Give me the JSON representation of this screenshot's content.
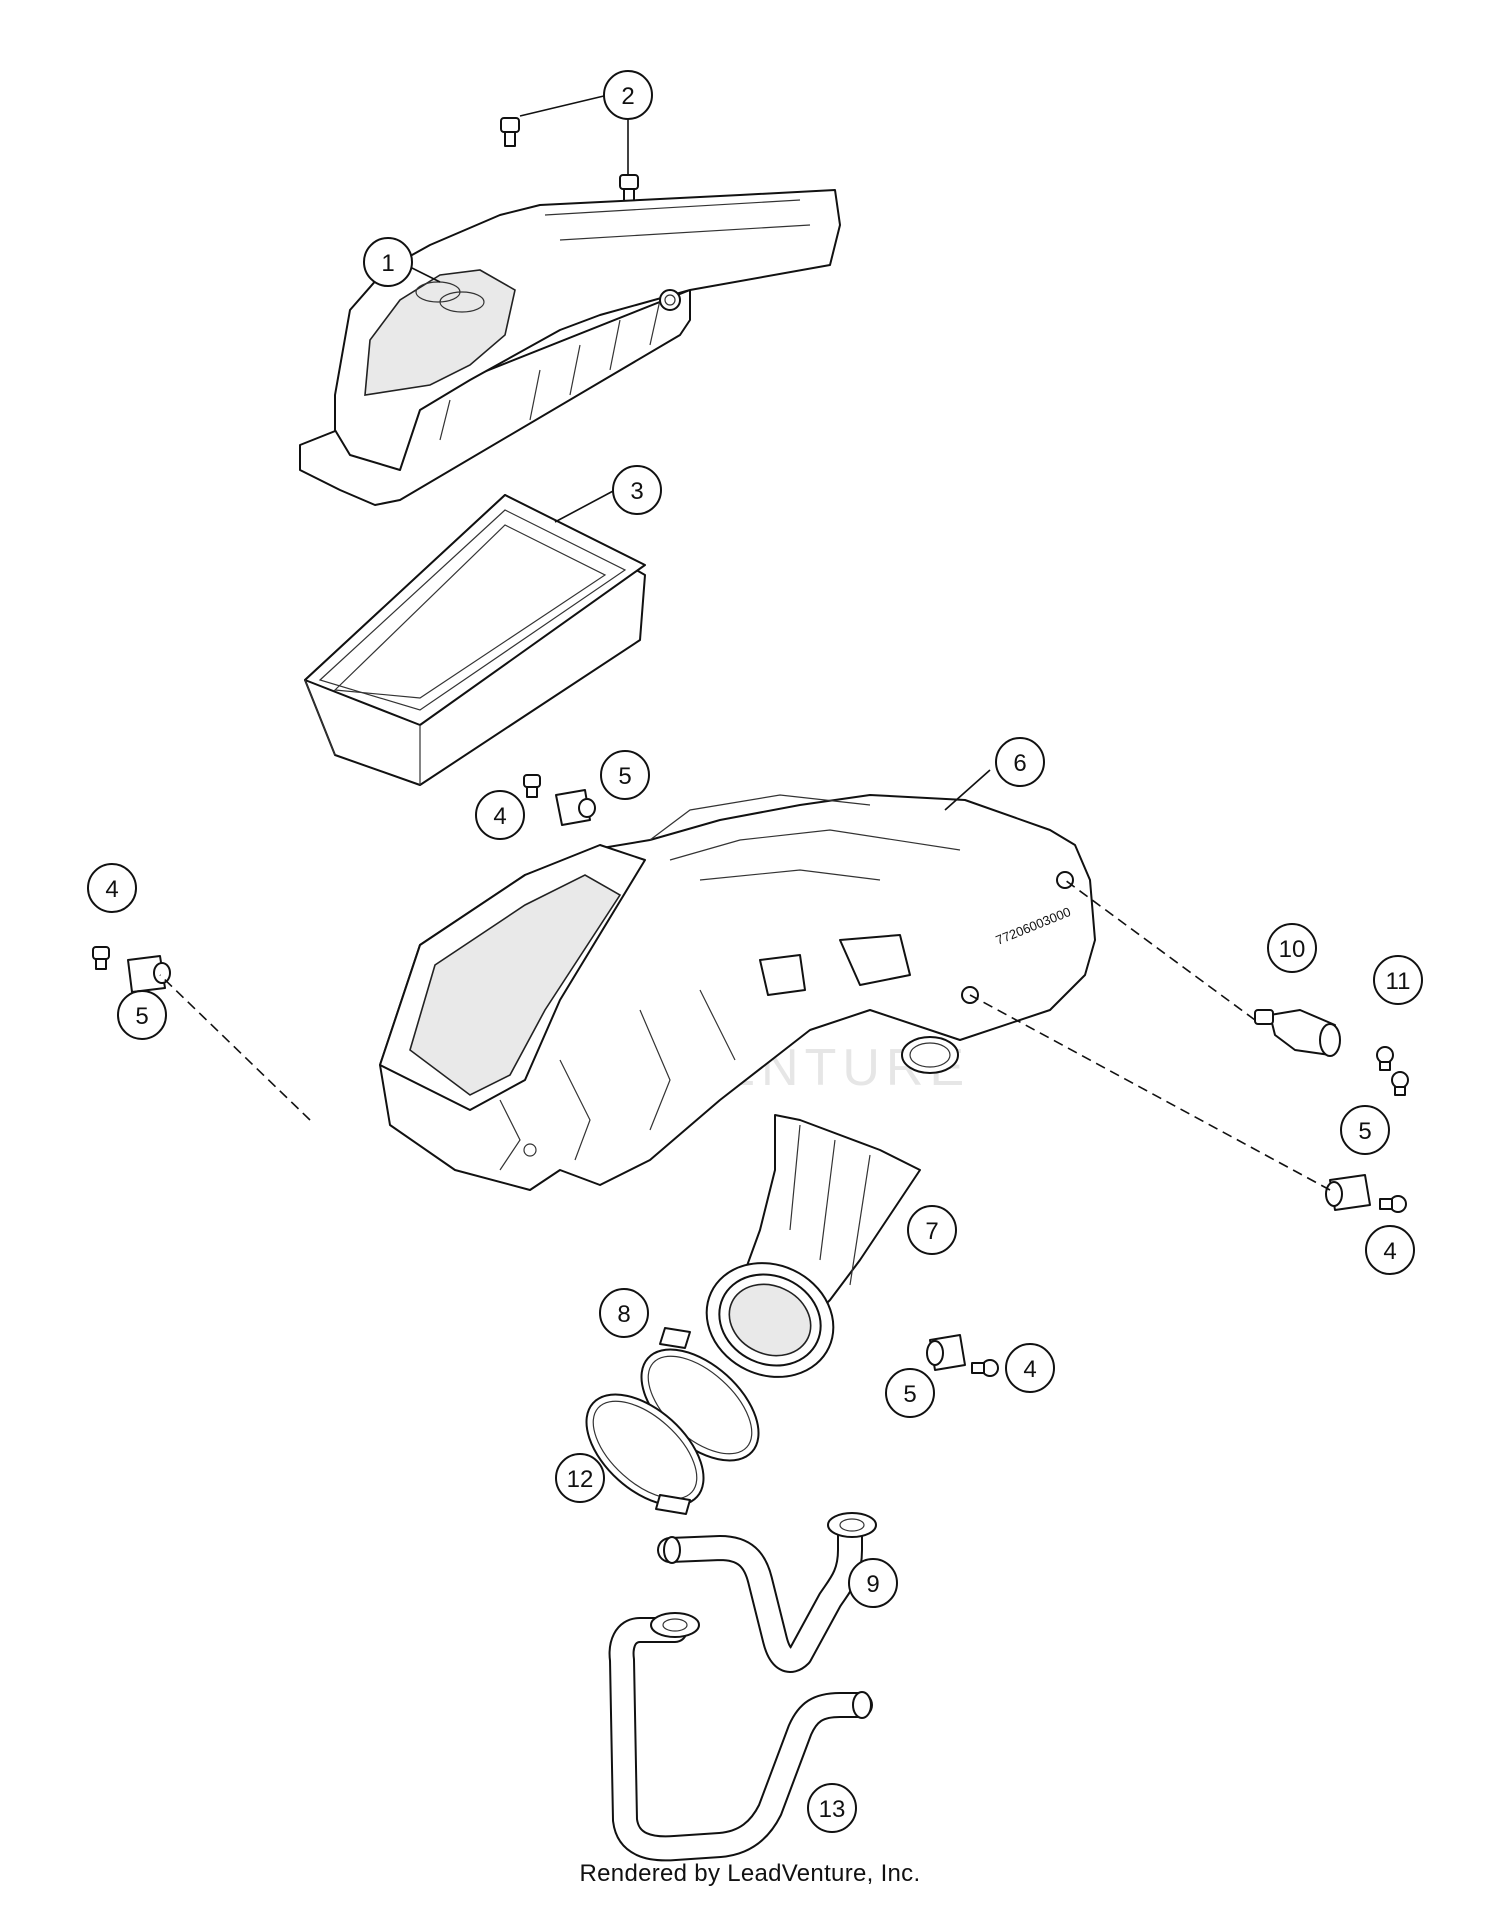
{
  "footer": {
    "text": "Rendered by LeadVenture, Inc."
  },
  "watermark": {
    "text": "LEADVENTURE"
  },
  "part_label": {
    "text": "77206003000"
  },
  "callouts": [
    {
      "id": "c2",
      "label": "2"
    },
    {
      "id": "c1",
      "label": "1"
    },
    {
      "id": "c3",
      "label": "3"
    },
    {
      "id": "c6",
      "label": "6"
    },
    {
      "id": "c5a",
      "label": "5"
    },
    {
      "id": "c4a",
      "label": "4"
    },
    {
      "id": "c4b",
      "label": "4"
    },
    {
      "id": "c5b",
      "label": "5"
    },
    {
      "id": "c10",
      "label": "10"
    },
    {
      "id": "c11",
      "label": "11"
    },
    {
      "id": "c5c",
      "label": "5"
    },
    {
      "id": "c4c",
      "label": "4"
    },
    {
      "id": "c7",
      "label": "7"
    },
    {
      "id": "c8",
      "label": "8"
    },
    {
      "id": "c4d",
      "label": "4"
    },
    {
      "id": "c5d",
      "label": "5"
    },
    {
      "id": "c12",
      "label": "12"
    },
    {
      "id": "c9",
      "label": "9"
    },
    {
      "id": "c13",
      "label": "13"
    }
  ]
}
